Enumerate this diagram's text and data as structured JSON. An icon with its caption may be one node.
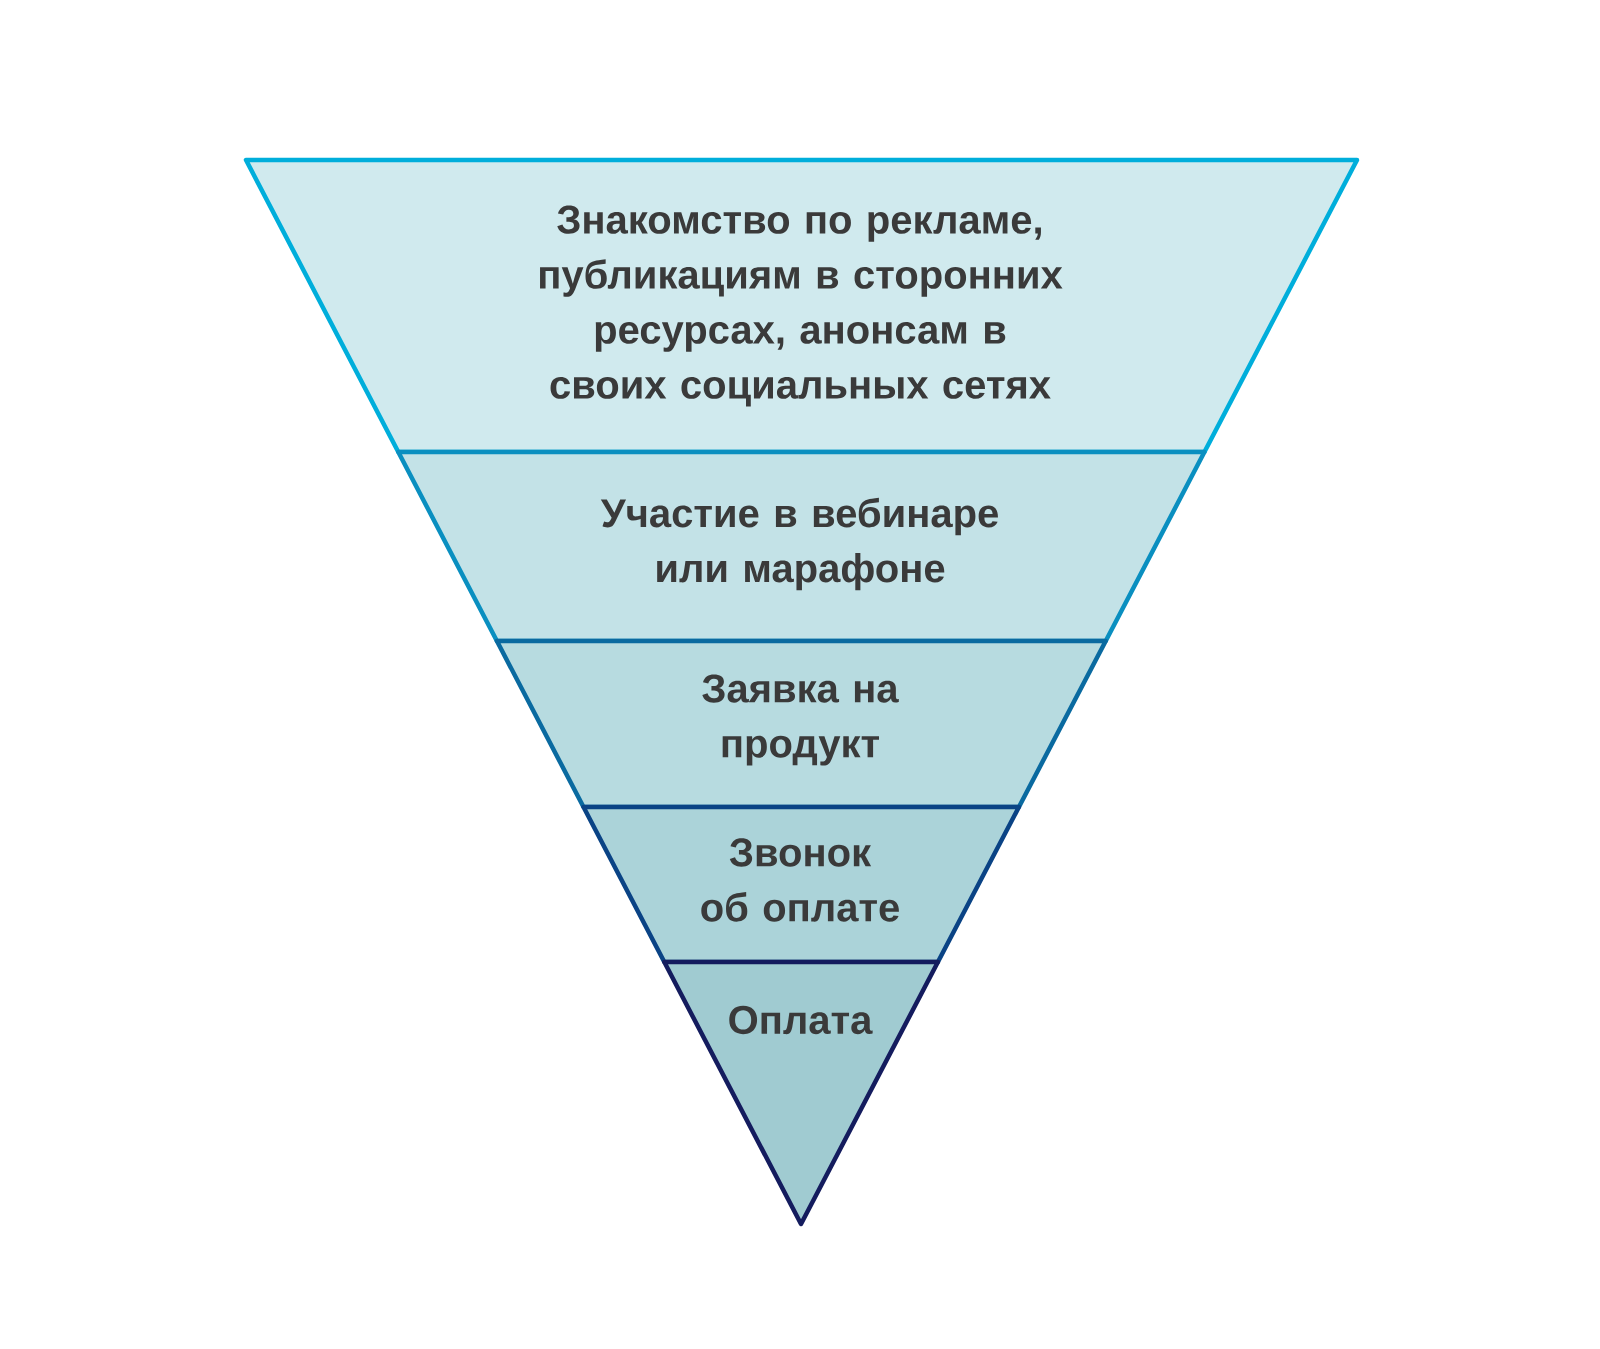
{
  "diagram": {
    "nodes": [
      {
        "text": [
          "Знакомство по рекламе, публикациям в сторонних ресурсах, анонсам в своих социальных сетях"
        ]
      },
      {
        "text": [
          "Участие в вебинаре или марафоне"
        ]
      },
      {
        "text": [
          "Заявка на продукт"
        ]
      },
      {
        "text": [
          "Звонок об оплате"
        ]
      },
      {
        "text": [
          "Оплата"
        ]
      }
    ]
  }
}
